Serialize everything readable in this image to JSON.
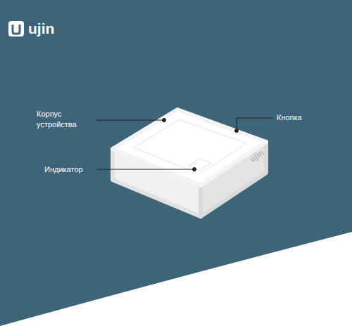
{
  "diagram": {
    "labels": [
      "ujin",
      "Корпус устройства",
      "Кнопка",
      "Индикатор",
      "ujin"
    ]
  }
}
